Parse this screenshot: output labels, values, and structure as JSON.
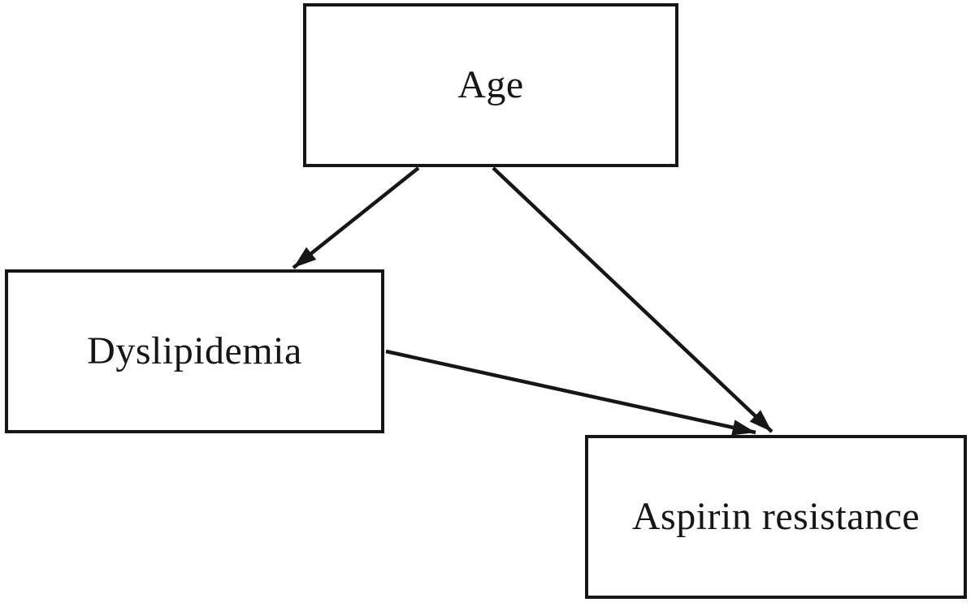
{
  "diagram": {
    "type": "causal-path-diagram",
    "background_color": "#ffffff",
    "stroke_color": "#161616",
    "text_color": "#161616",
    "nodes": [
      {
        "id": "age",
        "label": "Age"
      },
      {
        "id": "dyslipidemia",
        "label": "Dyslipidemia"
      },
      {
        "id": "aspirin-resistance",
        "label": "Aspirin resistance"
      }
    ],
    "edges": [
      {
        "from": "age",
        "to": "dyslipidemia",
        "style": "solid-arrow"
      },
      {
        "from": "age",
        "to": "aspirin-resistance",
        "style": "solid-arrow"
      },
      {
        "from": "dyslipidemia",
        "to": "aspirin-resistance",
        "style": "solid-arrow"
      }
    ]
  }
}
